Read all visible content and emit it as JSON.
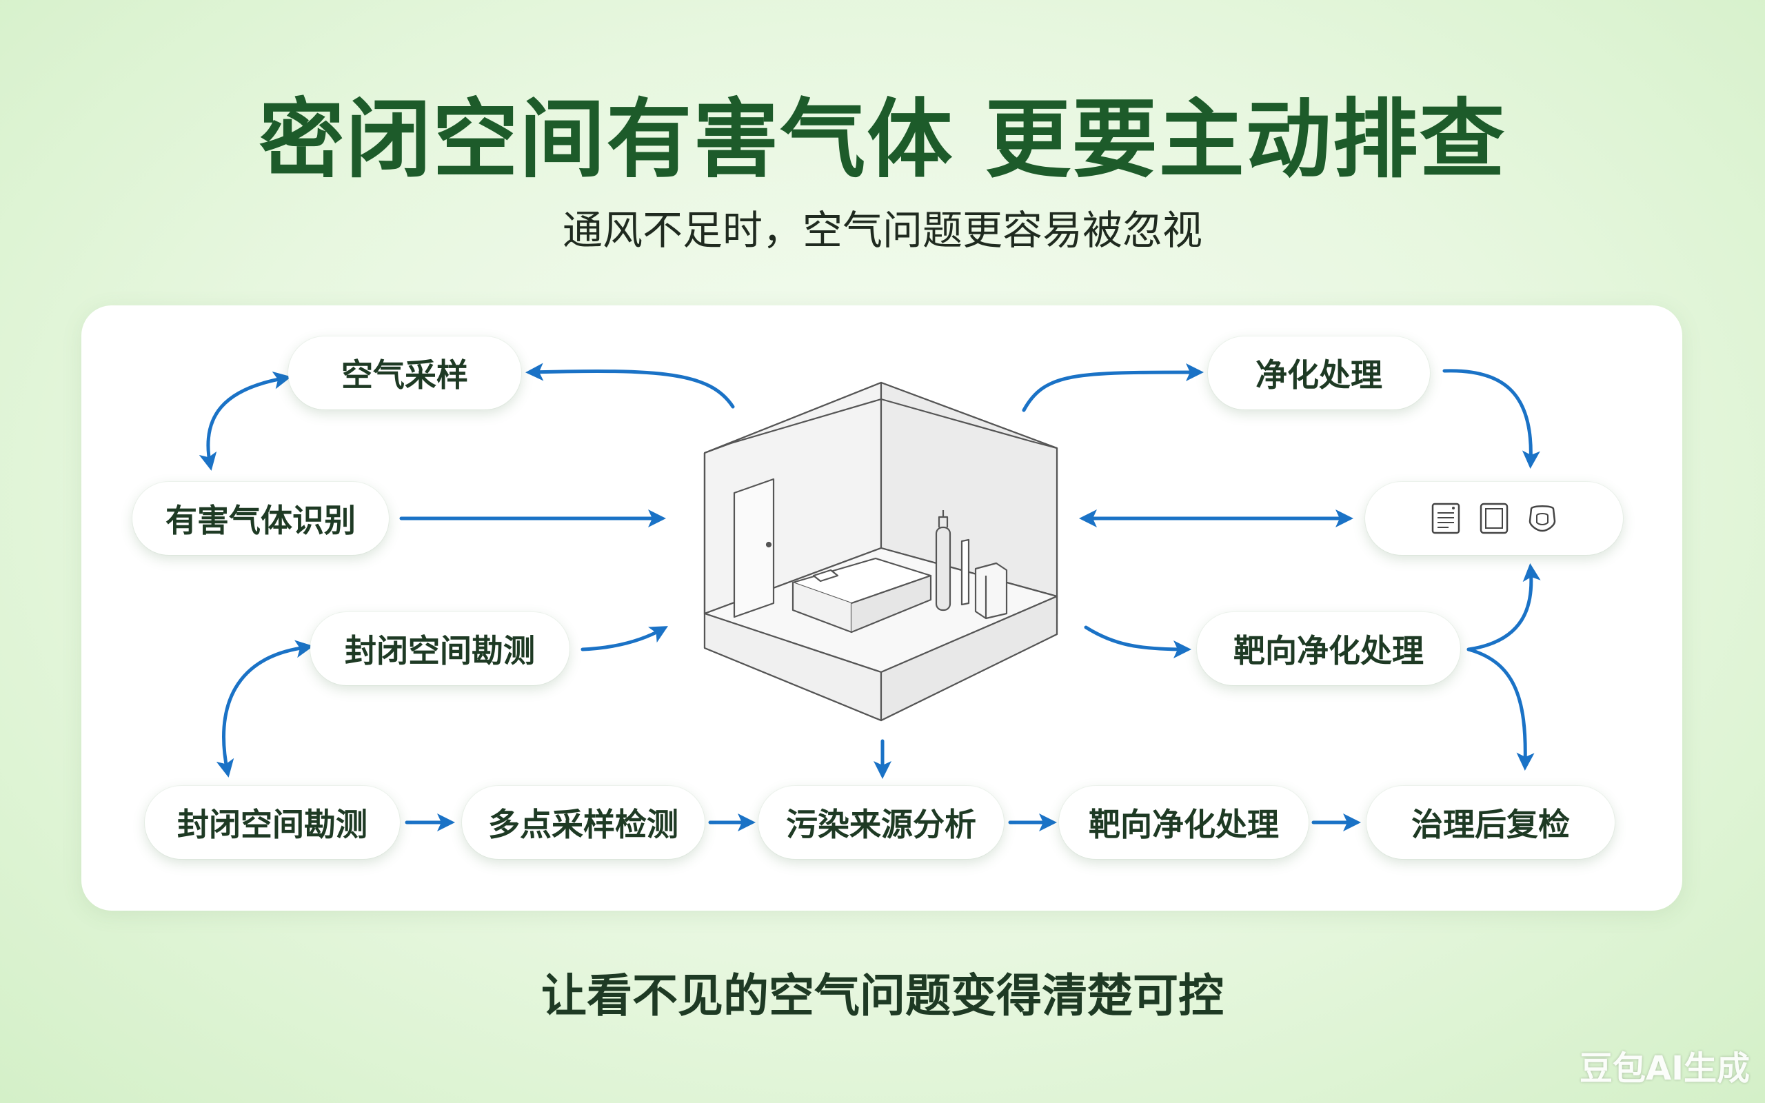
{
  "title": "密闭空间有害气体 更要主动排查",
  "subtitle": "通风不足时，空气问题更容易被忽视",
  "nodes": {
    "air_sampling": "空气采样",
    "harmful_gas_id": "有害气体识别",
    "confined_survey": "封闭空间勘测",
    "purification": "净化处理",
    "targeted_purification": "靶向净化处理"
  },
  "flow": [
    "封闭空间勘测",
    "多点采样检测",
    "污染来源分析",
    "靶向净化处理",
    "治理后复检"
  ],
  "icons": [
    "report-icon",
    "tablet-icon",
    "mask-icon"
  ],
  "footer": "让看不见的空气问题变得清楚可控",
  "watermark": "豆包AI生成",
  "colors": {
    "title": "#1d5b2a",
    "arrow": "#1a72c6",
    "background": "#e7f7df"
  }
}
